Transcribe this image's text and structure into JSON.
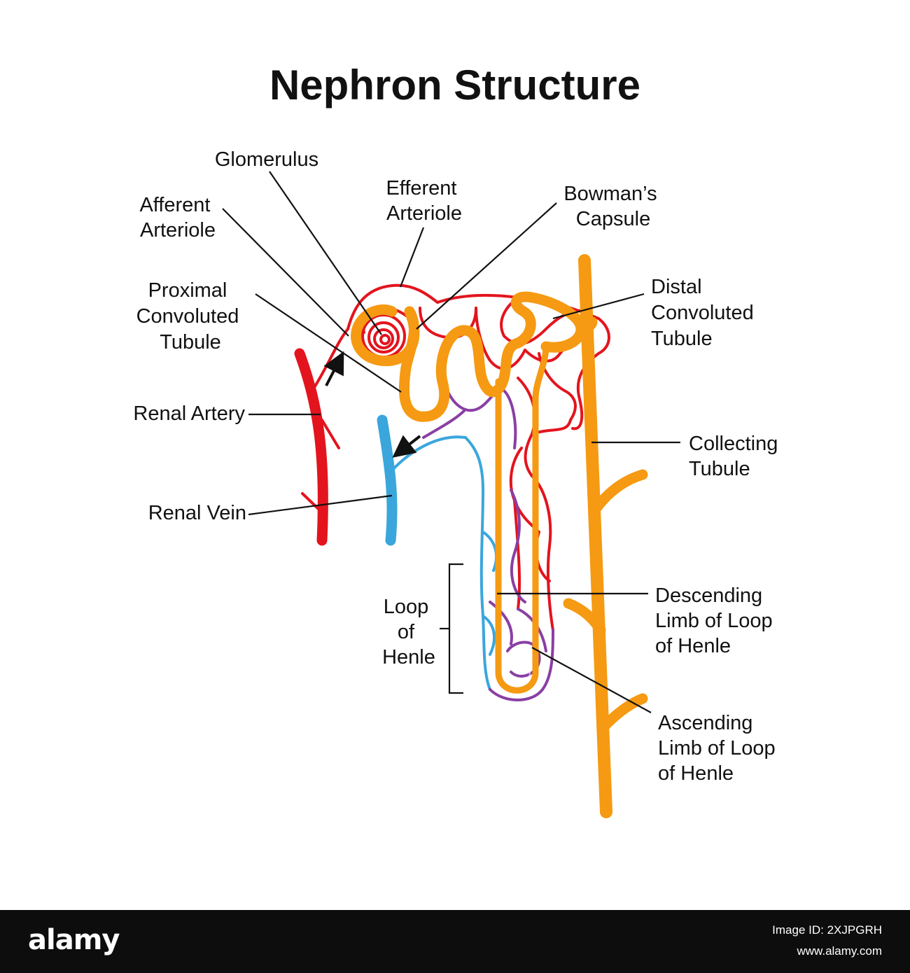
{
  "title": "Nephron Structure",
  "labels": {
    "glomerulus": [
      "Glomerulus"
    ],
    "afferent_arteriole": [
      "Afferent",
      "Arteriole"
    ],
    "efferent_arteriole": [
      "Efferent",
      "Arteriole"
    ],
    "bowmans_capsule": [
      "Bowman’s",
      "Capsule"
    ],
    "proximal_convoluted_tubule": [
      "Proximal",
      "Convoluted",
      "Tubule"
    ],
    "distal_convoluted_tubule": [
      "Distal",
      "Convoluted",
      "Tubule"
    ],
    "renal_artery": [
      "Renal Artery"
    ],
    "renal_vein": [
      "Renal Vein"
    ],
    "collecting_tubule": [
      "Collecting",
      "Tubule"
    ],
    "loop_of_henle": [
      "Loop",
      "of",
      "Henle"
    ],
    "descending_limb": [
      "Descending",
      "Limb of Loop",
      "of Henle"
    ],
    "ascending_limb": [
      "Ascending",
      "Limb of Loop",
      "of Henle"
    ]
  },
  "footer": {
    "brand": "alamy",
    "image_id_line": "Image ID: 2XJPGRH",
    "site": "www.alamy.com"
  },
  "colors": {
    "artery": "#e3141e",
    "vein": "#3aa6dc",
    "tubule": "#f59a12",
    "mixed_vessel": "#8a3fa3",
    "text": "#111111",
    "footer_bg": "#0d0d0d"
  }
}
